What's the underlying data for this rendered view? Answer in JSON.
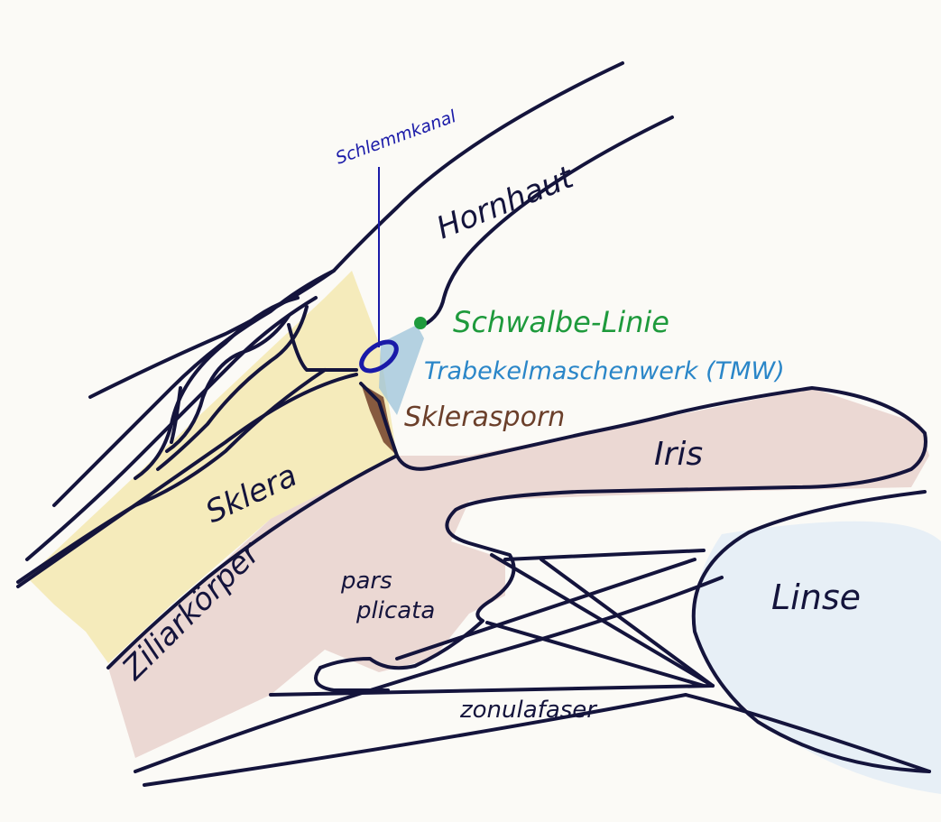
{
  "title": "",
  "colors": {
    "paper": "#fbfaf6",
    "ink": "#14143c",
    "sclera_fill": "#f0de8a",
    "tissue_fill": "#d2a09a",
    "lens_fill": "#d7e6f6",
    "meshwork_fill": "#9cc3d9",
    "spur_fill": "#7a4a32",
    "schlemm": "#1a1aa8",
    "schwalbe": "#1e9a3c",
    "trabecular": "#2a86c8",
    "sklerasporn": "#6b3f2a"
  },
  "labels": {
    "schlemm": "Schlemmkanal",
    "hornhaut": "Hornhaut",
    "schwalbe": "Schwalbe-Linie",
    "trabecular": "Trabekelmaschenwerk (TMW)",
    "sklerasporn": "Sklerasporn",
    "iris": "Iris",
    "sklera": "Sklera",
    "ziliarkorper": "Ziliarkörper",
    "pars_line1": "pars",
    "pars_line2": "plicata",
    "linse": "Linse",
    "zonula": "zonulafaser"
  }
}
